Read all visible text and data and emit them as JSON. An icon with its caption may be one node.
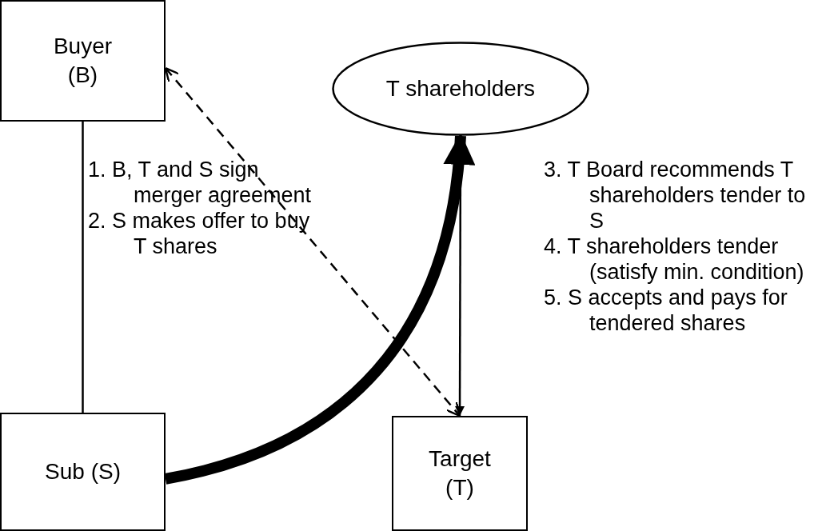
{
  "diagram": {
    "nodes": [
      {
        "text": [
          "Buyer (B)"
        ]
      },
      {
        "text": [
          "T shareholders"
        ]
      },
      {
        "text": [
          "Sub (S)"
        ]
      },
      {
        "text": [
          "Target (T)"
        ]
      }
    ],
    "edges": [
      {
        "from": 0,
        "to": 2,
        "arrow": "none"
      },
      {
        "from": 1,
        "to": 3,
        "arrow": "to"
      },
      {
        "from": 0,
        "to": 3,
        "arrow": "both",
        "style": "dashed"
      },
      {
        "from": 2,
        "to": 1,
        "arrow": "to",
        "style": "thick"
      }
    ],
    "labels": [
      "1. B, T and S sign merger agreement",
      "2. S makes offer to buy T shares",
      "3. T Board recommends T shareholders tender to S",
      "4. T shareholders tender (satisfy min. condition)",
      "5. S accepts and pays for tendered shares"
    ]
  }
}
